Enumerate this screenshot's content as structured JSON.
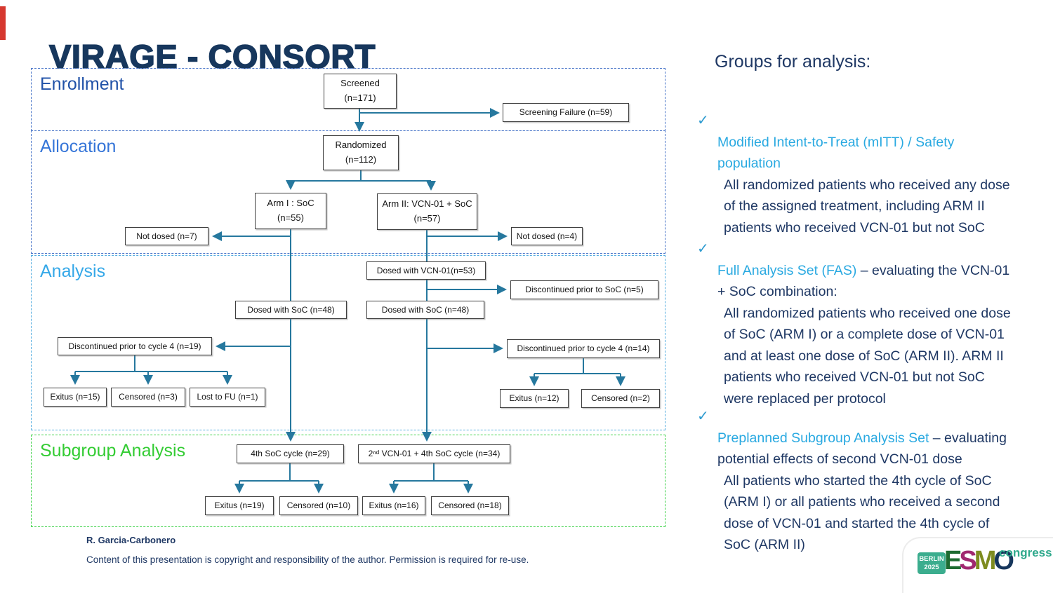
{
  "slide": {
    "title": "VIRAGE - CONSORT"
  },
  "flowchart": {
    "section_labels": {
      "enrollment": "Enrollment",
      "allocation": "Allocation",
      "analysis": "Analysis",
      "subgroup": "Subgroup Analysis"
    },
    "boxes": {
      "screened": "Screened\n(n=171)",
      "screening_failure": "Screening Failure (n=59)",
      "randomized": "Randomized\n(n=112)",
      "arm1": "Arm I : SoC\n(n=55)",
      "arm2": "Arm II: VCN-01 + SoC\n(n=57)",
      "not_dosed_arm1": "Not dosed (n=7)",
      "not_dosed_arm2": "Not dosed (n=4)",
      "dosed_vcn01": "Dosed with VCN-01(n=53)",
      "disc_prior_soc": "Discontinued prior to SoC (n=5)",
      "dosed_soc_arm1": "Dosed with SoC (n=48)",
      "dosed_soc_arm2": "Dosed with SoC (n=48)",
      "disc_cycle4_arm1": "Discontinued prior to cycle 4 (n=19)",
      "disc_cycle4_arm2": "Discontinued prior to cycle 4 (n=14)",
      "exitus_arm1": "Exitus (n=15)",
      "censored_arm1": "Censored (n=3)",
      "lost_fu_arm1": "Lost to FU (n=1)",
      "exitus_arm2": "Exitus (n=12)",
      "censored_arm2": "Censored (n=2)",
      "cycle4_soc": "4th SoC cycle (n=29)",
      "second_vcn01": "2ⁿᵈ VCN-01 + 4th SoC cycle (n=34)",
      "sub_exitus_arm1": "Exitus (n=19)",
      "sub_censored_arm1": "Censored (n=10)",
      "sub_exitus_arm2": "Exitus (n=16)",
      "sub_censored_arm2": "Censored (n=18)"
    }
  },
  "groups_panel": {
    "heading": "Groups for analysis:",
    "check_glyph": "✓",
    "bullets": [
      {
        "highlight": "Modified Intent-to-Treat (mITT) / Safety\npopulation",
        "rest": "",
        "body": "All randomized patients who received any dose\nof the assigned treatment, including ARM II\npatients who received VCN-01 but not SoC"
      },
      {
        "highlight": "Full Analysis Set (FAS)",
        "rest": " – evaluating the VCN-01\n+ SoC combination:",
        "body": "All randomized patients who received one dose\nof SoC (ARM I) or a complete dose of VCN-01\nand at least one dose of SoC (ARM II). ARM II\npatients who received VCN-01 but not SoC\nwere replaced per protocol"
      },
      {
        "highlight": "Preplanned Subgroup Analysis Set",
        "rest": " – evaluating\npotential effects of second VCN-01 dose",
        "body": "All patients who started the 4th cycle of SoC\n(ARM I) or all patients who received a second\ndose of VCN-01 and started the 4th cycle of\nSoC (ARM II)"
      }
    ]
  },
  "footer": {
    "author": "R. Garcia-Carbonero",
    "copyright": "Content of this presentation is copyright and responsibility of the author. Permission is required for re-use."
  },
  "esmo_logo": {
    "badge": "BERLIN\n2025",
    "letters": {
      "e": "E",
      "s": "S",
      "m": "M",
      "o": "O"
    },
    "congress": "congress"
  },
  "colors": {
    "title_navy": "#17375D",
    "body_navy": "#1F3864",
    "highlight_blue": "#29A9E1",
    "arrow_teal": "#26789E",
    "subgroup_green": "#33CC33",
    "esmo_teal": "#3BAD8E",
    "red_accent": "#D6382F"
  }
}
